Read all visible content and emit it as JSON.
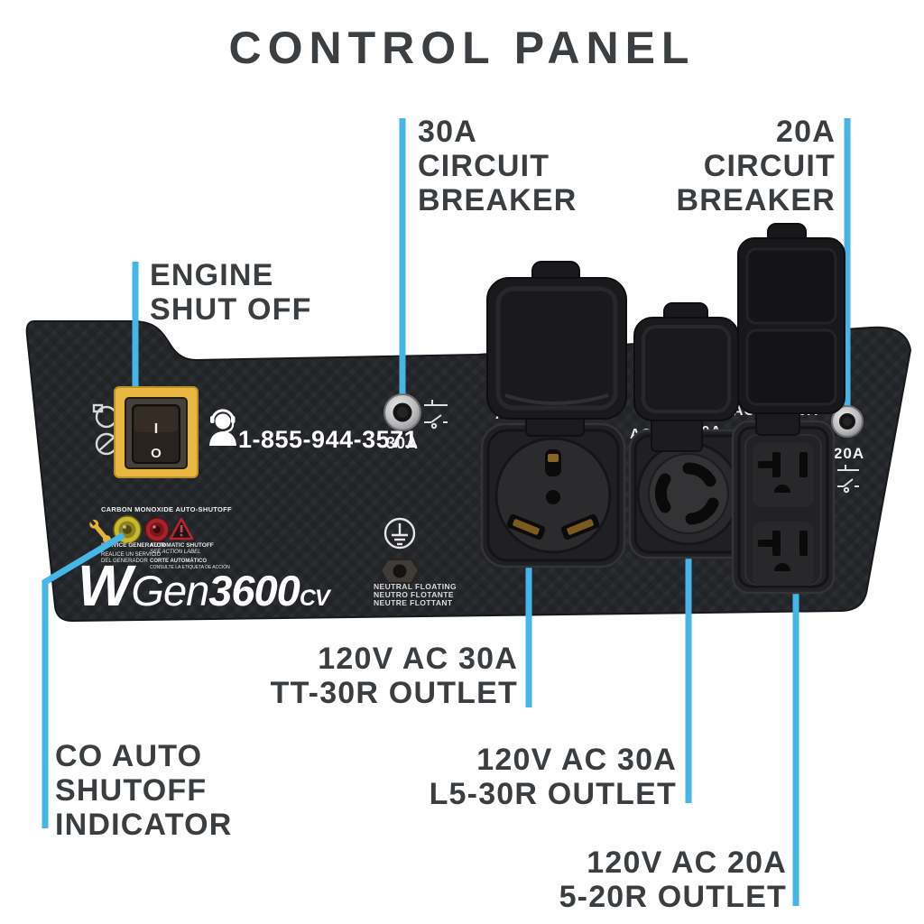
{
  "title": "CONTROL PANEL",
  "callouts": {
    "breaker30": {
      "lines": [
        "30A",
        "CIRCUIT",
        "BREAKER"
      ]
    },
    "breaker20": {
      "lines": [
        "20A",
        "CIRCUIT",
        "BREAKER"
      ]
    },
    "engine_shutoff": {
      "lines": [
        "ENGINE",
        "SHUT OFF"
      ]
    },
    "co_indicator": {
      "lines": [
        "CO AUTO",
        "SHUTOFF",
        "INDICATOR"
      ]
    },
    "tt30r": {
      "lines": [
        "120V AC 30A",
        "TT-30R OUTLET"
      ]
    },
    "l530r": {
      "lines": [
        "120V AC 30A",
        "L5-30R OUTLET"
      ]
    },
    "r520": {
      "lines": [
        "120V AC 20A",
        "5-20R OUTLET"
      ]
    }
  },
  "panel": {
    "phone": "1-855-944-3571",
    "switch": {
      "on": "I",
      "off": "O"
    },
    "breaker30_amp": "30A",
    "breaker20_amp": "20A",
    "neutral": {
      "line1": "NEUTRAL FLOATING",
      "line2": "NEUTRO FLOTANTE",
      "line3": "NEUTRE FLOTTANT"
    },
    "co": {
      "title": "CARBON MONOXIDE AUTO-SHUTOFF",
      "service_en": "SERVICE GENERATOR",
      "service_es1": "REALICE UN SERVICIO",
      "service_es2": "DEL GENERADOR",
      "auto_en1": "AUTOMATIC SHUTOFF",
      "auto_en2": "SEE ACTION LABEL",
      "auto_es1": "CORTE AUTOMÁTICO",
      "auto_es2": "CONSULTE LA ETIQUETA DE ACCIÓN"
    },
    "brand": {
      "w": "W",
      "gen": "Gen",
      "model": "3600",
      "suffix": "CV"
    },
    "outlet_markings": [
      {
        "left": "AC",
        "right": "A"
      },
      {
        "left": "AC",
        "right": "0A"
      },
      {
        "left": "AC",
        "right": "0A"
      }
    ]
  },
  "colors": {
    "accent": "#46B6E8",
    "label": "#3B3E41",
    "panel": "#242629",
    "switch_frame": "#EAB743",
    "led_service": "#CAB92F",
    "led_shutoff": "#A8222B"
  }
}
